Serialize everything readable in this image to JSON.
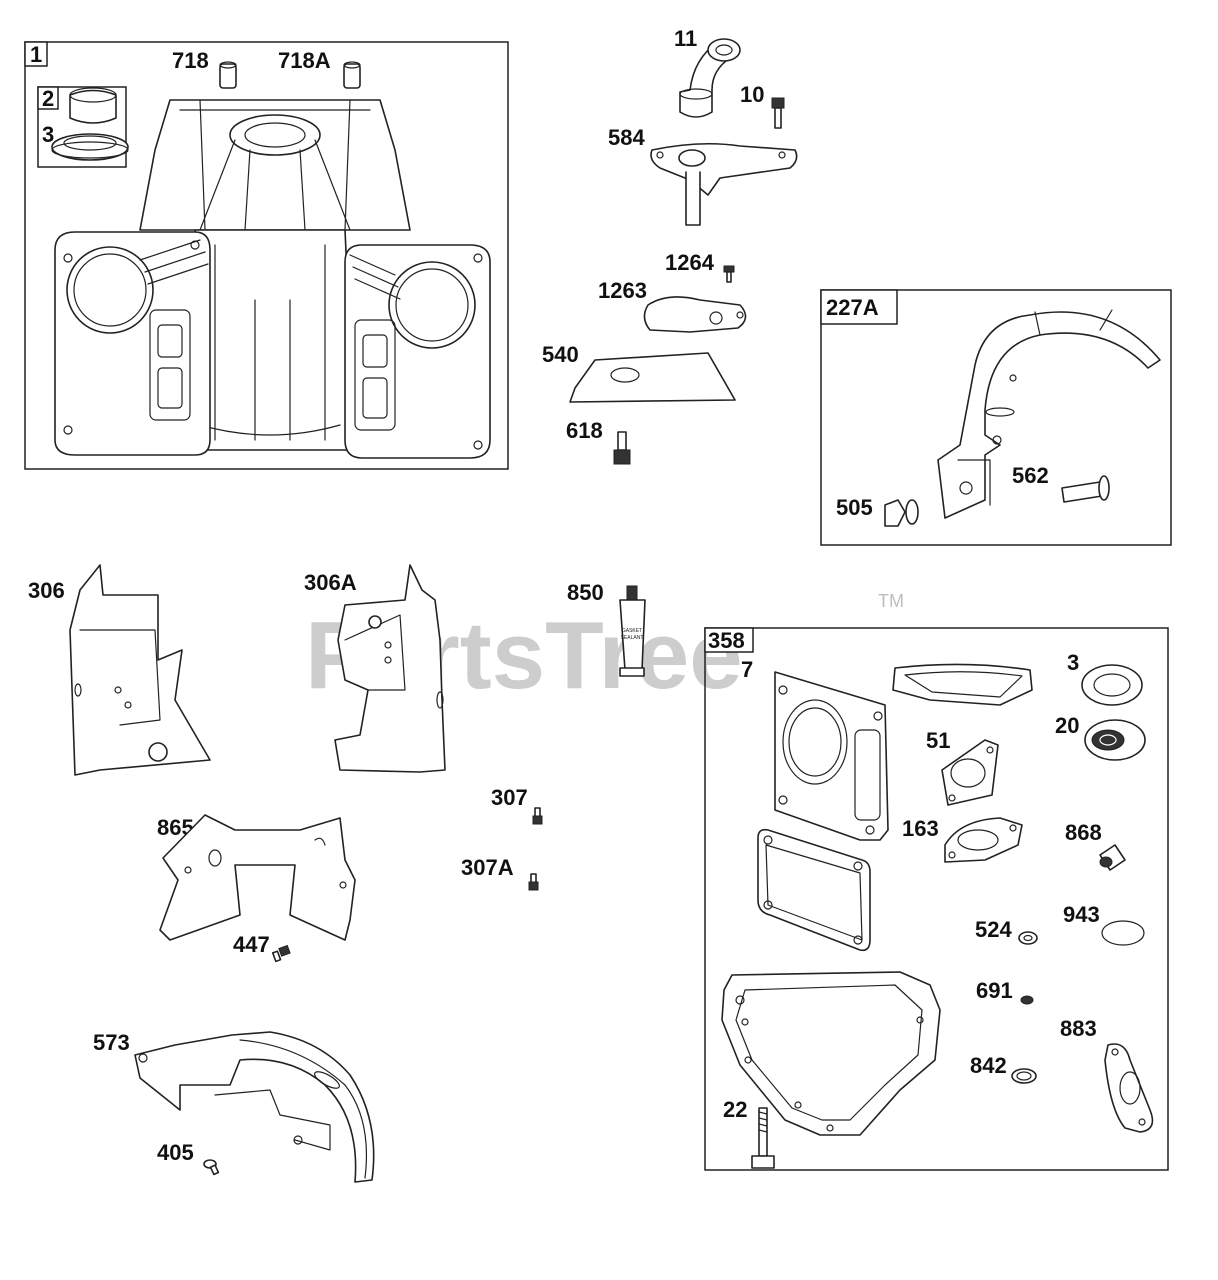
{
  "watermark": {
    "text": "PartsTree",
    "trademark": "TM"
  },
  "groups": {
    "g1": "1",
    "g2": "2",
    "g227a": "227A",
    "g358": "358"
  },
  "labels": {
    "p718": "718",
    "p718a": "718A",
    "p3a": "3",
    "p11": "11",
    "p10": "10",
    "p584": "584",
    "p1264": "1264",
    "p1263": "1263",
    "p540": "540",
    "p618": "618",
    "p562": "562",
    "p505": "505",
    "p306": "306",
    "p306a": "306A",
    "p850": "850",
    "p307": "307",
    "p307a": "307A",
    "p865": "865",
    "p447": "447",
    "p573": "573",
    "p405": "405",
    "p7": "7",
    "p3b": "3",
    "p51": "51",
    "p20": "20",
    "p163": "163",
    "p868": "868",
    "p524": "524",
    "p943": "943",
    "p691": "691",
    "p883": "883",
    "p842": "842",
    "p22": "22"
  },
  "sealant": {
    "line1": "GASKET",
    "line2": "SEALANT"
  }
}
